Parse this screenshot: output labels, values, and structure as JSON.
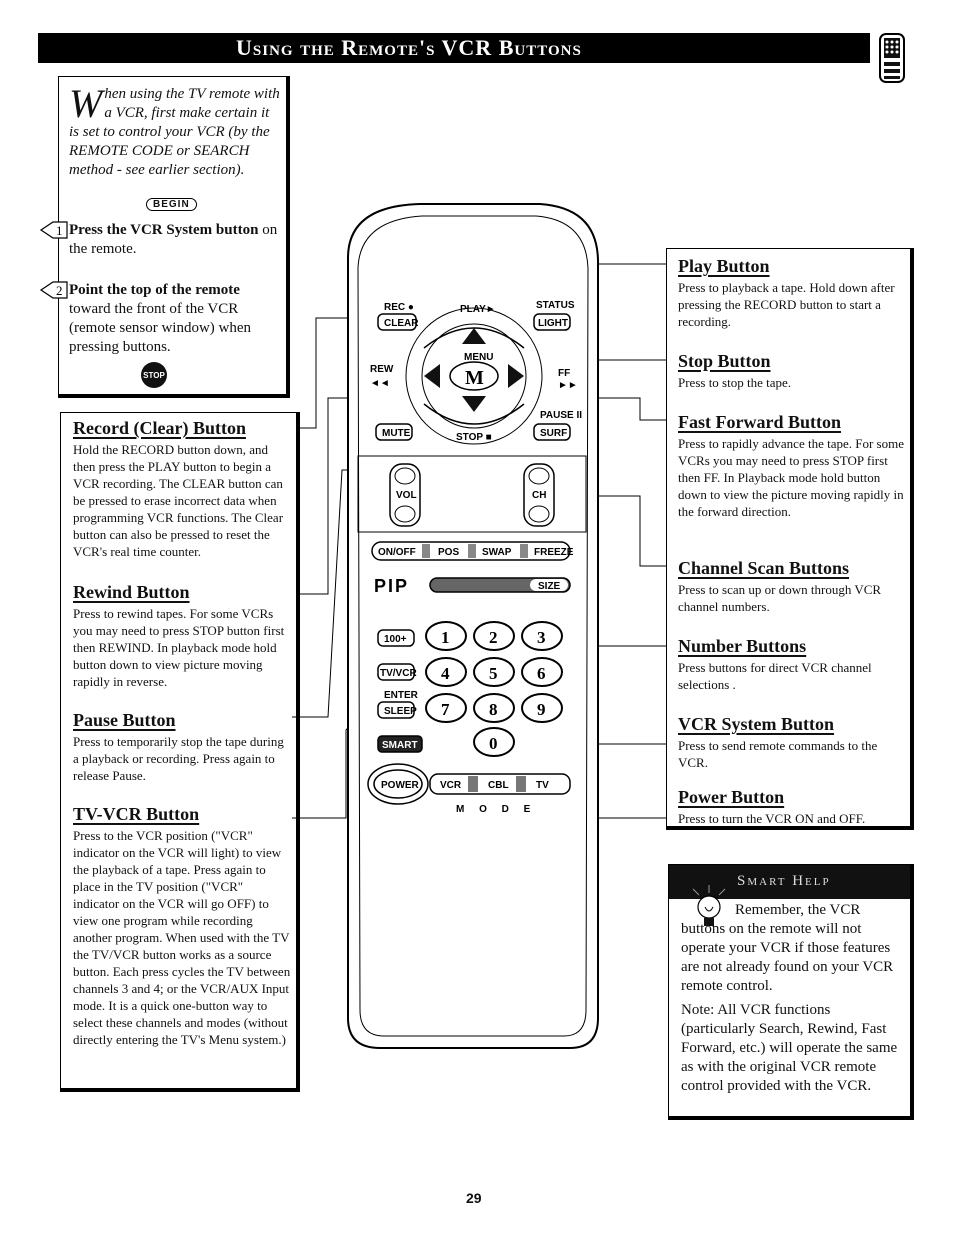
{
  "page": {
    "title": "Using the Remote's VCR Buttons",
    "page_number": "29"
  },
  "intro": {
    "dropcap": "W",
    "text": "hen using the TV remote with a VCR, first make certain it is set to control your VCR (by the REMOTE CODE or SEARCH method - see earlier section).",
    "begin_label": "BEGIN",
    "stop_label": "STOP",
    "steps": [
      {
        "number": "1",
        "bold": "Press the VCR System button",
        "rest": " on the remote."
      },
      {
        "number": "2",
        "bold": "Point the top of the remote",
        "rest": " toward the front of the VCR (remote sensor window) when pressing buttons."
      }
    ]
  },
  "left_sections": [
    {
      "heading": "Record (Clear) Button",
      "body": "Hold the RECORD button down, and then press the PLAY button to begin a VCR recording. The CLEAR button can be pressed to erase incorrect data when programming VCR functions. The Clear button can also be pressed to reset the VCR's real time counter."
    },
    {
      "heading": "Rewind Button",
      "body": "Press to rewind tapes. For some VCRs you may need to press STOP button first then REWIND. In playback mode hold button down to view picture moving rapidly in reverse."
    },
    {
      "heading": "Pause Button",
      "body": "Press to temporarily stop the tape during a playback or recording. Press again to release Pause."
    },
    {
      "heading": "TV-VCR Button",
      "body": "Press to the VCR position (\"VCR\" indicator on the VCR will light) to view the playback of a tape. Press again to place in the TV position (\"VCR\" indicator on the VCR will go OFF) to view one program while recording another program. When used with the TV the TV/VCR button works as a source button. Each press cycles the TV between channels 3 and 4; or the VCR/AUX Input mode. It is a quick one-button way to select these channels and modes (without directly entering the TV's Menu system.)"
    }
  ],
  "right_sections": [
    {
      "heading": "Play Button",
      "body": "Press to playback a tape. Hold down after pressing the RECORD button to start a recording."
    },
    {
      "heading": "Stop Button",
      "body": "Press to stop the tape."
    },
    {
      "heading": "Fast Forward Button",
      "body": "Press to rapidly advance the tape. For some VCRs you may need to press STOP first then FF. In Playback mode hold button down to view the picture moving rapidly in the forward direction."
    },
    {
      "heading": "Channel Scan Buttons",
      "body": "Press to scan up or down through VCR channel numbers."
    },
    {
      "heading": "Number Buttons",
      "body": "Press buttons for direct VCR channel selections ."
    },
    {
      "heading": "VCR System Button",
      "body": "Press to send remote commands to the VCR."
    },
    {
      "heading": "Power Button",
      "body": "Press to turn the VCR ON and OFF."
    }
  ],
  "smart_help": {
    "heading": "Smart Help",
    "p1": "Remember, the VCR buttons on the remote will not operate your VCR if those features are not already found on your VCR remote control.",
    "p2": "Note: All VCR functions (particularly Search, Rewind, Fast Forward, etc.) will operate the same as with the original VCR remote control provided with the VCR."
  },
  "remote": {
    "rec": "REC ●",
    "play": "PLAY►",
    "status": "STATUS",
    "clear": "CLEAR",
    "light": "LIGHT",
    "menu": "MENU",
    "m": "M",
    "rew": "REW",
    "rew_sym": "◄◄",
    "ff": "FF",
    "ff_sym": "►►",
    "pause": "PAUSE II",
    "mute": "MUTE",
    "stop": "STOP ■",
    "surf": "SURF",
    "vol": "VOL",
    "ch": "CH",
    "pip_row": [
      "ON/OFF",
      "POS",
      "SWAP",
      "FREEZE"
    ],
    "pip": "PIP",
    "size": "SIZE",
    "hundred": "100+",
    "tvvcr": "TV/VCR",
    "enter": "ENTER",
    "sleep": "SLEEP",
    "smart": "SMART",
    "digits": [
      "1",
      "2",
      "3",
      "4",
      "5",
      "6",
      "7",
      "8",
      "9",
      "0"
    ],
    "power": "POWER",
    "modes": [
      "VCR",
      "CBL",
      "TV"
    ],
    "mode_label": "M O D E"
  }
}
